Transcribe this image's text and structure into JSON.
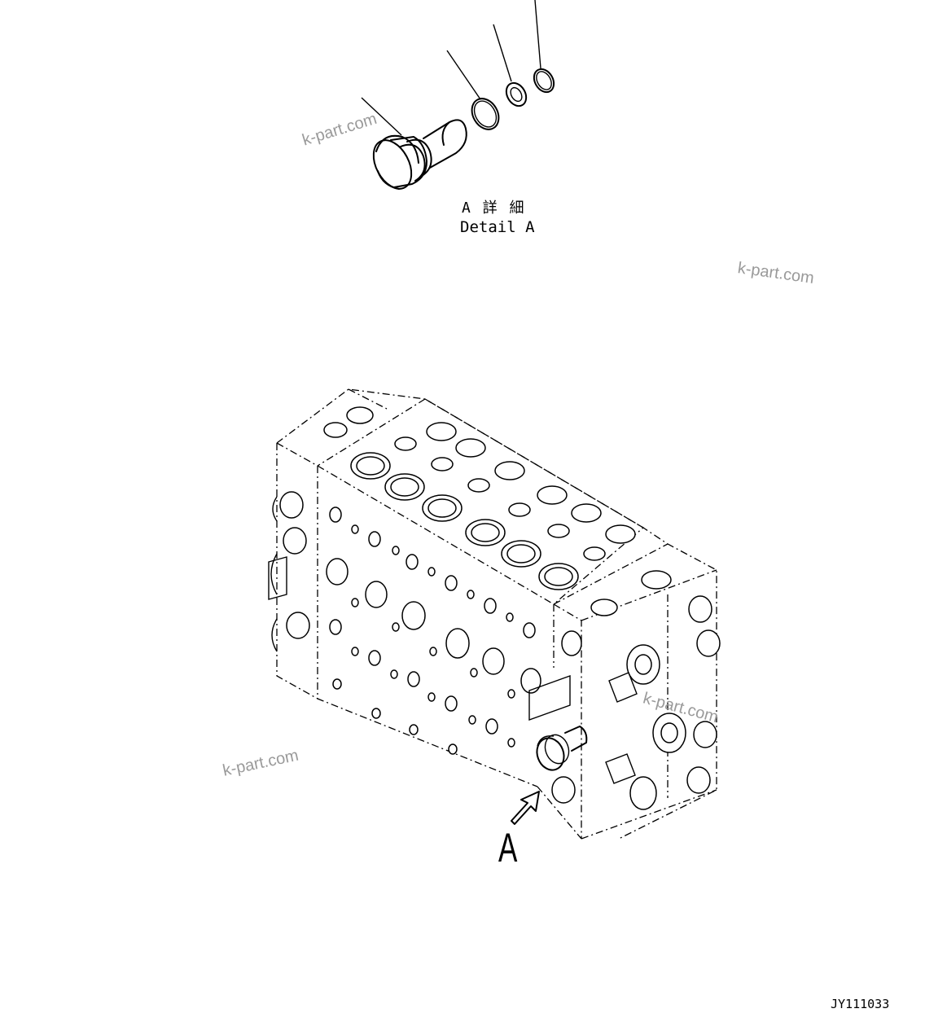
{
  "detail_title": {
    "japanese": "A 詳 細",
    "english": "Detail A"
  },
  "arrow_label": "A",
  "drawing_code": "JY111033",
  "watermarks": [
    "k-part.com",
    "k-part.com",
    "k-part.com",
    "k-part.com"
  ],
  "parts_in_detail": [
    "plug",
    "o-ring",
    "backup-ring",
    "o-ring"
  ]
}
